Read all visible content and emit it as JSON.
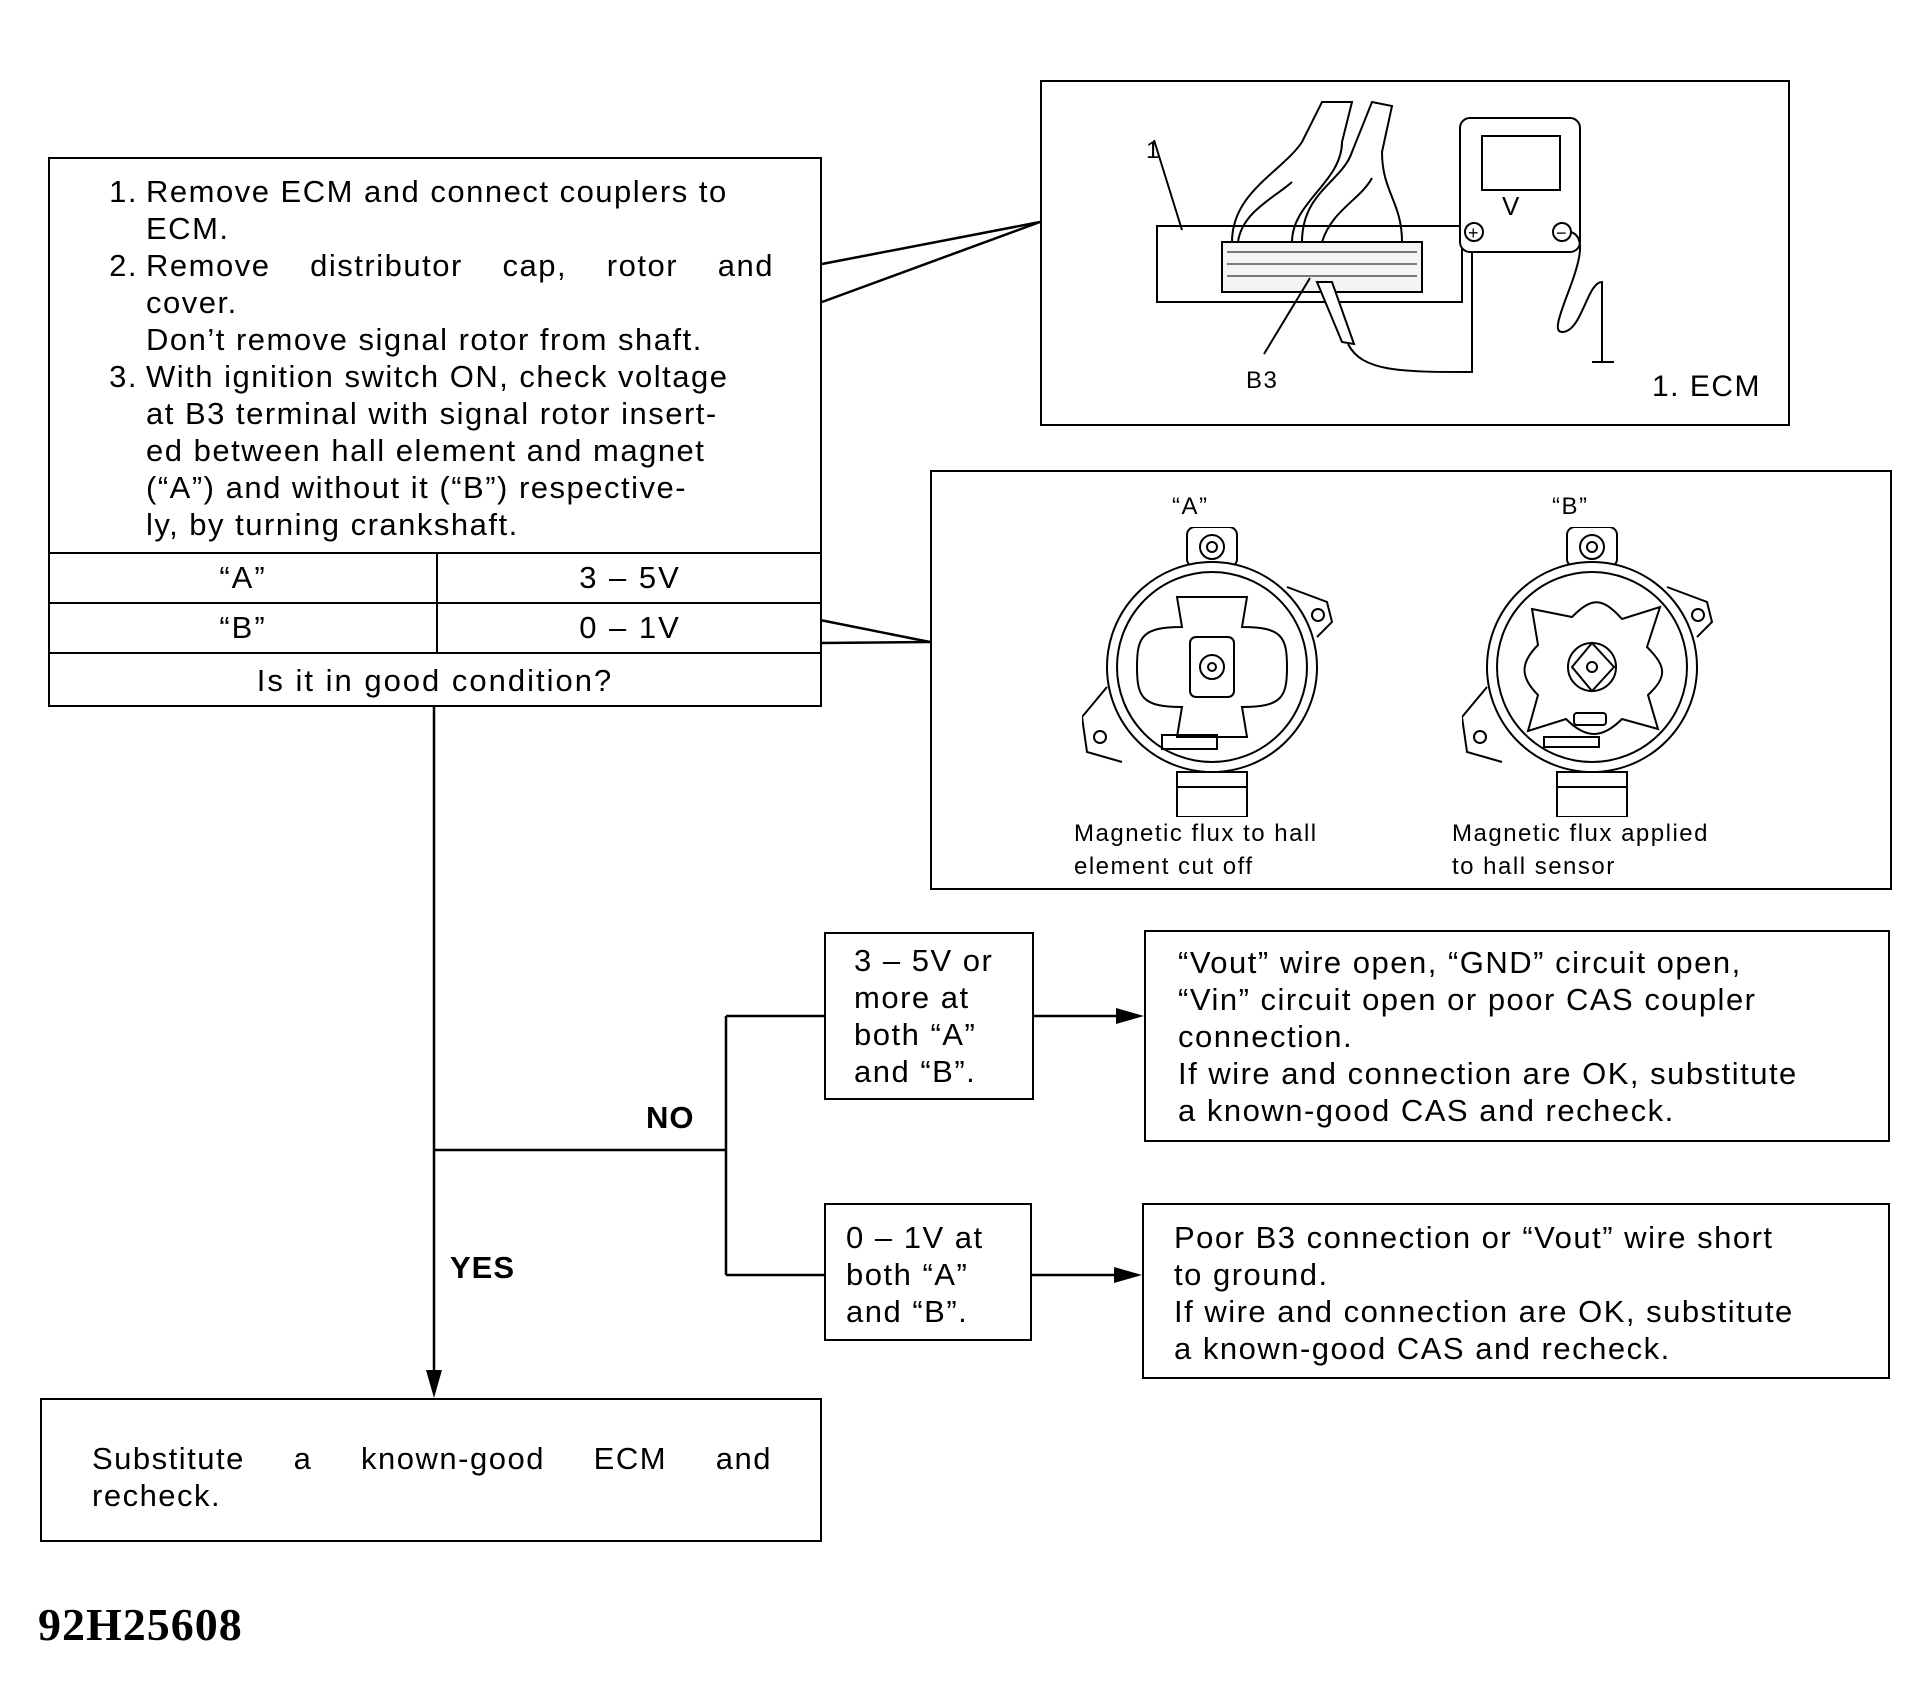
{
  "step_box": {
    "steps": [
      {
        "num": "1.",
        "lines": [
          "Remove ECM and connect couplers to",
          "ECM."
        ]
      },
      {
        "num": "2.",
        "lines": [
          "Remove distributor cap, rotor and",
          "cover.",
          "Don’t remove signal rotor from shaft."
        ]
      },
      {
        "num": "3.",
        "lines": [
          "With ignition switch ON, check voltage",
          "at B3 terminal with signal rotor insert-",
          "ed between hall element and magnet",
          "(“A”) and without it (“B”) respective-",
          "ly, by turning crankshaft."
        ]
      }
    ],
    "table": [
      {
        "condition": "“A”",
        "value": "3 – 5V"
      },
      {
        "condition": "“B”",
        "value": "0 – 1V"
      }
    ],
    "question": "Is it in good condition?"
  },
  "ecm_figure": {
    "label_1": "1",
    "terminal": "B3",
    "meter": "V",
    "plus": "+",
    "minus": "−",
    "caption": "1. ECM"
  },
  "rotor_figure": {
    "a_label": "“A”",
    "b_label": "“B”",
    "a_caption": [
      "Magnetic flux to hall",
      "element cut off"
    ],
    "b_caption": [
      "Magnetic flux applied",
      "to hall sensor"
    ]
  },
  "branches": {
    "no_label": "NO",
    "yes_label": "YES",
    "cond_high": [
      "3 – 5V or",
      "more at",
      "both “A”",
      "and “B”."
    ],
    "cond_low": [
      "0 – 1V at",
      "both “A”",
      "and “B”."
    ],
    "result_high": [
      "“Vout” wire open, “GND” circuit open,",
      "“Vin” circuit open or poor CAS coupler",
      "connection.",
      "If wire and connection are OK, substitute",
      "a known-good CAS and recheck."
    ],
    "result_low": [
      "Poor B3 connection or “Vout” wire short",
      "to ground.",
      "If wire and connection are OK, substitute",
      "a known-good CAS and recheck."
    ],
    "yes_result": [
      "Substitute a known-good ECM and",
      "recheck."
    ]
  },
  "figure_code": "92H25608"
}
